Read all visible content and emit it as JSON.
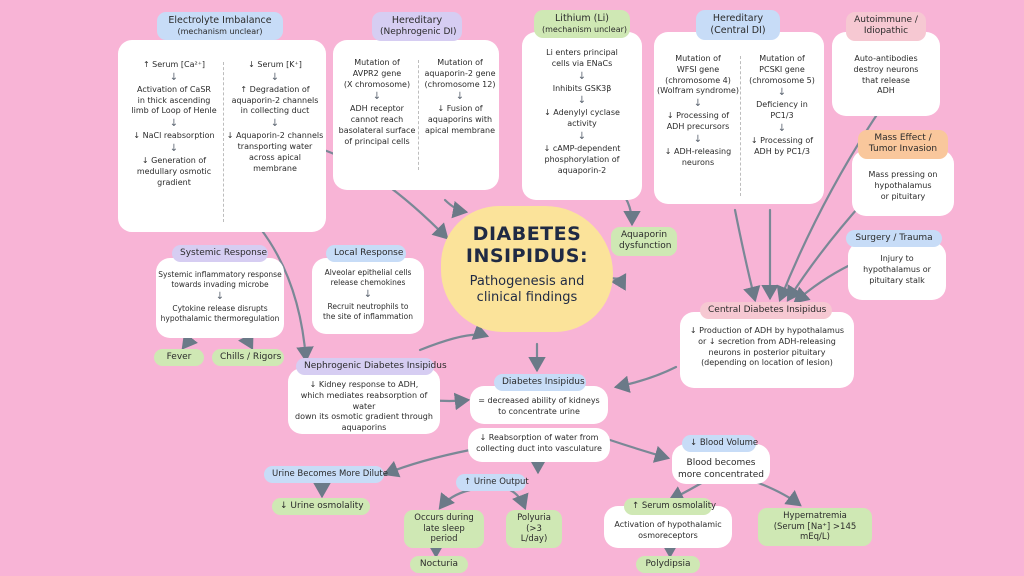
{
  "center": {
    "title": "DIABETES\nINSIPIDUS:",
    "subtitle": "Pathogenesis and\nclinical findings"
  },
  "electrolyte": {
    "title": "Electrolyte Imbalance",
    "subtitle": "(mechanism unclear)",
    "left": [
      "↑ Serum [Ca²⁺]",
      "Activation of CaSR\nin thick ascending\nlimb of Loop of Henle",
      "↓ NaCl reabsorption",
      "↓ Generation of\nmedullary osmotic\ngradient"
    ],
    "right": [
      "↓ Serum [K⁺]",
      "↑ Degradation of\naquaporin-2 channels\nin collecting duct",
      "↓ Aquaporin-2 channels\ntransporting water\nacross apical\nmembrane"
    ]
  },
  "hered_neph": {
    "title": "Hereditary",
    "subtitle": "(Nephrogenic DI)",
    "left": [
      "Mutation of\nAVPR2 gene\n(X chromosome)",
      "ADH receptor\ncannot reach\nbasolateral surface\nof principal cells"
    ],
    "right": [
      "Mutation of\naquaporin-2 gene\n(chromosome 12)",
      "↓ Fusion of\naquaporins with\napical membrane"
    ]
  },
  "lithium": {
    "title": "Lithium (Li)",
    "subtitle": "(mechanism unclear)",
    "steps": [
      "Li enters principal\ncells via ENaCs",
      "Inhibits GSK3β",
      "↓ Adenylyl cyclase\nactivity",
      "↓ cAMP-dependent\nphosphorylation of\naquaporin-2"
    ]
  },
  "hered_central": {
    "title": "Hereditary",
    "subtitle": "(Central DI)",
    "left": [
      "Mutation of\nWFSI gene\n(chromosome 4)\n(Wolfram syndrome)",
      "↓ Processing of\nADH precursors",
      "↓ ADH-releasing\nneurons"
    ],
    "right": [
      "Mutation of\nPCSKI gene\n(chromosome 5)",
      "Deficiency in\nPC1/3",
      "↓ Processing of\nADH by PC1/3"
    ]
  },
  "autoimmune": {
    "title": "Autoimmune /\nIdiopathic",
    "text": "Auto-antibodies\ndestroy neurons\nthat release\nADH"
  },
  "mass": {
    "title": "Mass Effect /\nTumor Invasion",
    "text": "Mass pressing on\nhypothalamus\nor pituitary"
  },
  "surgery": {
    "title": "Surgery / Trauma",
    "text": "Injury to\nhypothalamus or\npituitary stalk"
  },
  "aquaporin_dys": "Aquaporin\ndysfunction",
  "systemic": {
    "title": "Systemic Response",
    "steps": [
      "Systemic inflammatory response\ntowards invading microbe",
      "Cytokine release disrupts\nhypothalamic thermoregulation"
    ],
    "fever": "Fever",
    "chills": "Chills / Rigors"
  },
  "local": {
    "title": "Local Response",
    "steps": [
      "Alveolar epithelial cells\nrelease chemokines",
      "Recruit neutrophils to\nthe site of inflammation"
    ]
  },
  "nephro": {
    "title": "Nephrogenic Diabetes Insipidus",
    "text": "↓ Kidney response to ADH,\nwhich mediates reabsorption of water\ndown its osmotic gradient through\naquaporins"
  },
  "central": {
    "title": "Central Diabetes Insipidus",
    "text": "↓ Production of ADH by hypothalamus\nor ↓ secretion from ADH-releasing\nneurons in posterior pituitary\n(depending on location of lesion)"
  },
  "di": {
    "title": "Diabetes Insipidus",
    "text1": "= decreased ability of kidneys\nto concentrate urine",
    "text2": "↓ Reabsorption of water from\ncollecting duct into vasculature"
  },
  "dilute": {
    "title": "Urine Becomes More Dilute",
    "result": "↓ Urine osmolality"
  },
  "output": {
    "title": "↑ Urine Output",
    "nocturnal": "Occurs during\nlate sleep period",
    "polyuria": "Polyuria\n(>3 L/day)",
    "nocturia": "Nocturia"
  },
  "bloodvol": {
    "title": "↓ Blood Volume",
    "text": "Blood becomes\nmore concentrated"
  },
  "serum": {
    "title": "↑ Serum osmolality",
    "text": "Activation of hypothalamic\nosmoreceptors",
    "polydipsia": "Polydipsia"
  },
  "hypernatremia": "Hypernatremia\n(Serum [Na⁺] >145 mEq/L)"
}
